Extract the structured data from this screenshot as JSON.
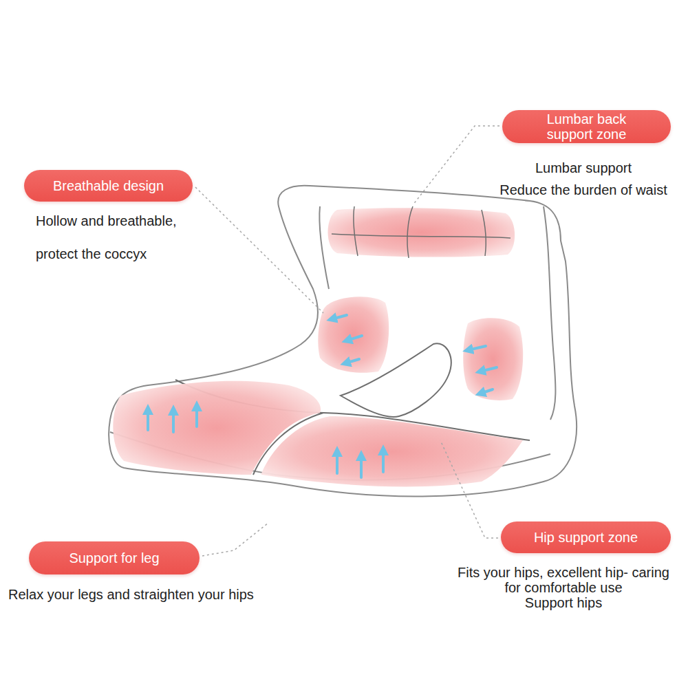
{
  "diagram": {
    "nodes": [
      {
        "text": [
          "Lumbar back support zone",
          "Lumbar support",
          "Reduce the burden of waist"
        ]
      },
      {
        "text": [
          "Breathable design",
          "Hollow and breathable,",
          "protect the coccyx"
        ]
      },
      {
        "text": [
          "Support for leg",
          "Relax your legs and straighten your hips"
        ]
      },
      {
        "text": [
          "Hip support zone",
          "Fits your hips, excellent hip- caring for comfortable use",
          "Support hips"
        ]
      }
    ]
  }
}
